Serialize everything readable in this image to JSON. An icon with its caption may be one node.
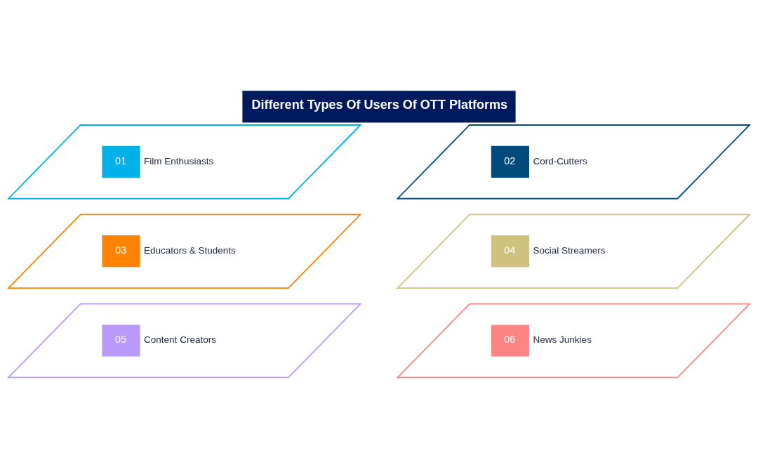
{
  "diagram": {
    "title": "Different Types Of Users Of OTT Platforms",
    "nodes": [
      {
        "text": [
          "01",
          "Film Enthusiasts"
        ]
      },
      {
        "text": [
          "02",
          "Cord-Cutters"
        ]
      },
      {
        "text": [
          "03",
          "Educators & Students"
        ]
      },
      {
        "text": [
          "04",
          "Social Streamers"
        ]
      },
      {
        "text": [
          "05",
          "Content Creators"
        ]
      },
      {
        "text": [
          "06",
          "News Junkies"
        ]
      }
    ]
  }
}
